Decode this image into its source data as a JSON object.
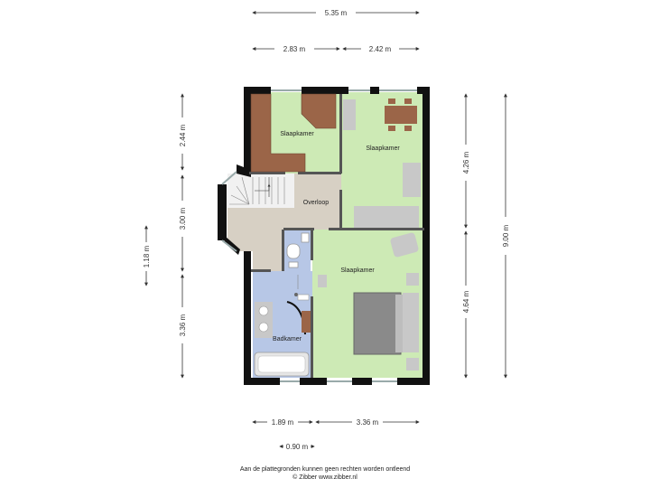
{
  "dimensions": {
    "top_total": "5.35 m",
    "top_left": "2.83 m",
    "top_right": "2.42 m",
    "left_top": "2.44 m",
    "left_mid": "3.00 m",
    "left_bottom": "3.36 m",
    "left_outer": "1.18 m",
    "right_top": "4.26 m",
    "right_bottom": "4.64 m",
    "right_total": "9.00 m",
    "bottom_left": "1.89 m",
    "bottom_right": "3.36 m",
    "bottom_small": "0.90 m"
  },
  "rooms": {
    "bedroom_top_left": "Slaapkamer",
    "bedroom_top_right": "Slaapkamer",
    "landing": "Overloop",
    "bedroom_bottom": "Slaapkamer",
    "bathroom": "Badkamer"
  },
  "footer": {
    "disclaimer": "Aan de plattegronden kunnen geen rechten worden ontleend",
    "credit": "© Zibber www.zibber.nl"
  },
  "colors": {
    "wall": "#111111",
    "bedroom_floor": "#cdeab5",
    "landing_floor": "#d7d0c4",
    "bathroom_floor": "#b7c7e6",
    "wardrobe": "#9b6548",
    "furniture_grey": "#c8c8c8",
    "bed": "#8a8a8a"
  }
}
